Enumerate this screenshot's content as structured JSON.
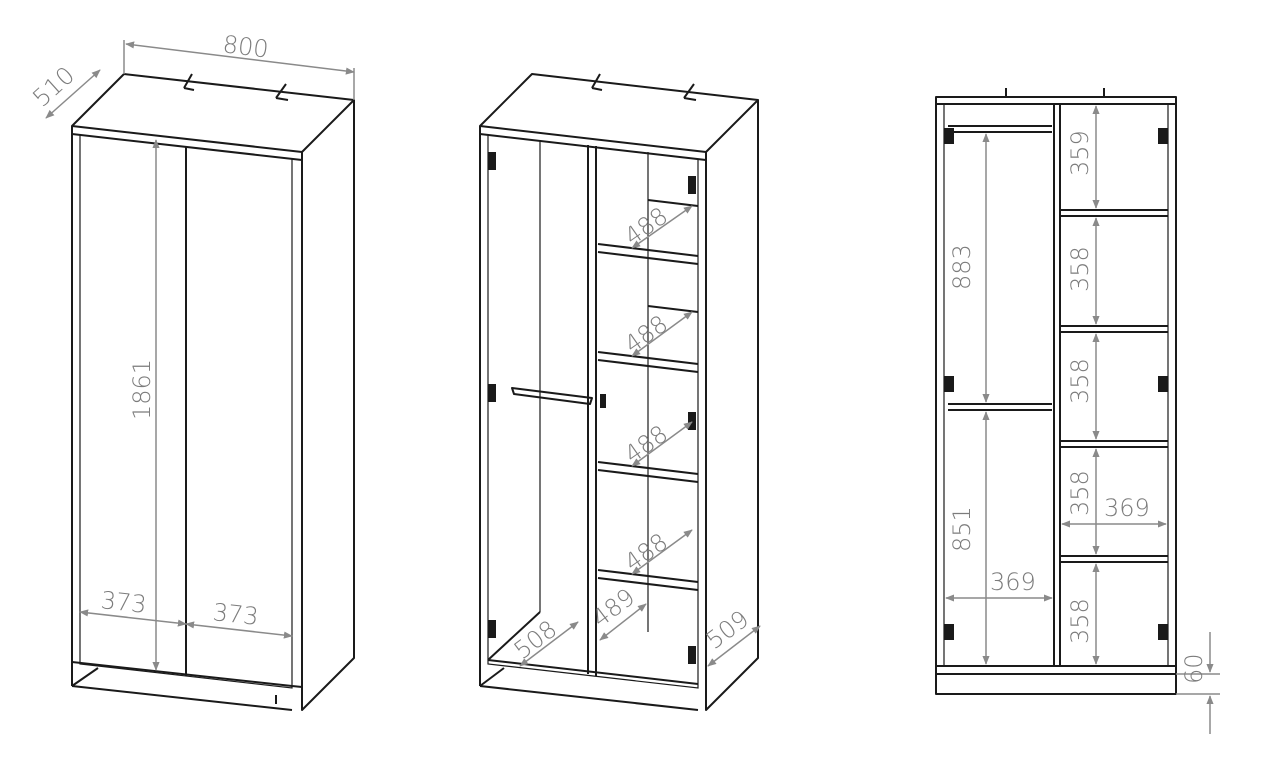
{
  "colors": {
    "outline": "#1a1a1a",
    "dimension": "#8a8a8a",
    "dimension_text": "#7c7c7c",
    "background": "#ffffff"
  },
  "front_view": {
    "width": "800",
    "depth": "510",
    "height": "1861",
    "left_door_width": "373",
    "right_door_width": "373"
  },
  "open_view": {
    "shelf_depth_1": "488",
    "shelf_depth_2": "488",
    "shelf_depth_3": "488",
    "shelf_depth_4": "488",
    "bottom_left_depth": "508",
    "bottom_right_depth": "489",
    "side_depth": "509"
  },
  "front_interior_view": {
    "upper_hanging_height": "883",
    "lower_hanging_height": "851",
    "left_compartment_width": "369",
    "shelf_height_1": "359",
    "shelf_height_2": "358",
    "shelf_height_3": "358",
    "shelf_height_4": "358",
    "shelf_height_5": "358",
    "right_compartment_width": "369",
    "plinth_height": "60"
  }
}
